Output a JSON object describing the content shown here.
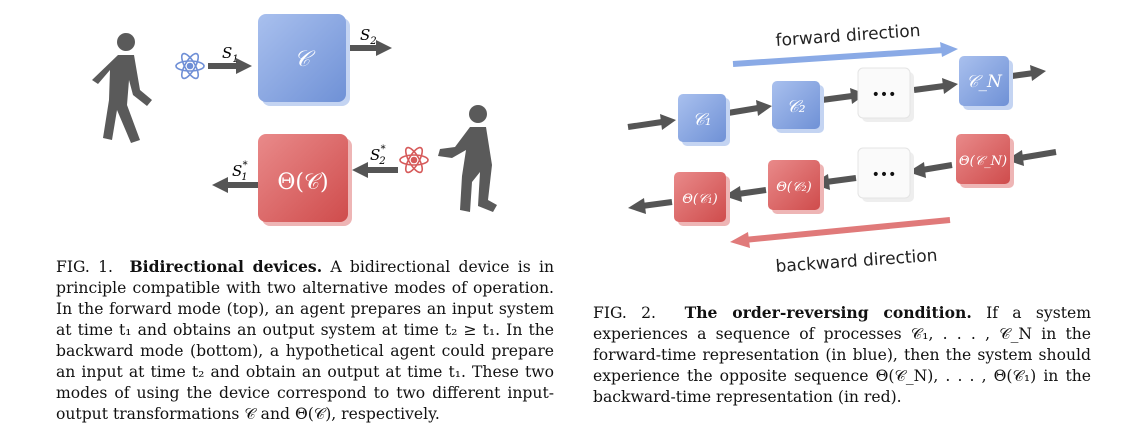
{
  "fig1": {
    "box_forward": "𝒞",
    "box_backward": "Θ(𝒞)",
    "s1": "S",
    "s1_sub": "1",
    "s2": "S",
    "s2_sub": "2",
    "s1_star": "S",
    "s1_star_sub": "1",
    "s1_star_sup": "*",
    "s2_star": "S",
    "s2_star_sub": "2",
    "s2_star_sup": "*",
    "caption_label": "FIG. 1.",
    "caption_title": "Bidirectional devices.",
    "caption_text": "A bidirectional device is in principle compatible with two alternative modes of operation. In the forward mode (top), an agent prepares an input system at time t₁ and obtains an output system at time t₂ ≥ t₁. In the backward mode (bottom), a hypothetical agent could prepare an input at time t₂ and obtain an output at time t₁. These two modes of using the device correspond to two different input-output transformations 𝒞 and Θ(𝒞), respectively."
  },
  "fig2": {
    "forward_label": "forward direction",
    "backward_label": "backward direction",
    "blue_boxes": [
      "𝒞₁",
      "𝒞₂",
      "𝒞_N"
    ],
    "red_boxes": [
      "Θ(𝒞₁)",
      "Θ(𝒞₂)",
      "Θ(𝒞_N)"
    ],
    "ellipsis": "•••",
    "caption_label": "FIG. 2.",
    "caption_title": "The order-reversing condition.",
    "caption_text": "If a system experiences a sequence of processes 𝒞₁, . . . , 𝒞_N in the forward-time representation (in blue), then the system should experience the opposite sequence Θ(𝒞_N), . . . , Θ(𝒞₁) in the backward-time representation (in red)."
  },
  "colors": {
    "blue": "#7f9fdc",
    "blue_light": "#c4d4f2",
    "red": "#d85c5c",
    "red_light": "#eeb5b5",
    "arrow": "#555555",
    "figure": "#5a5a5a"
  }
}
